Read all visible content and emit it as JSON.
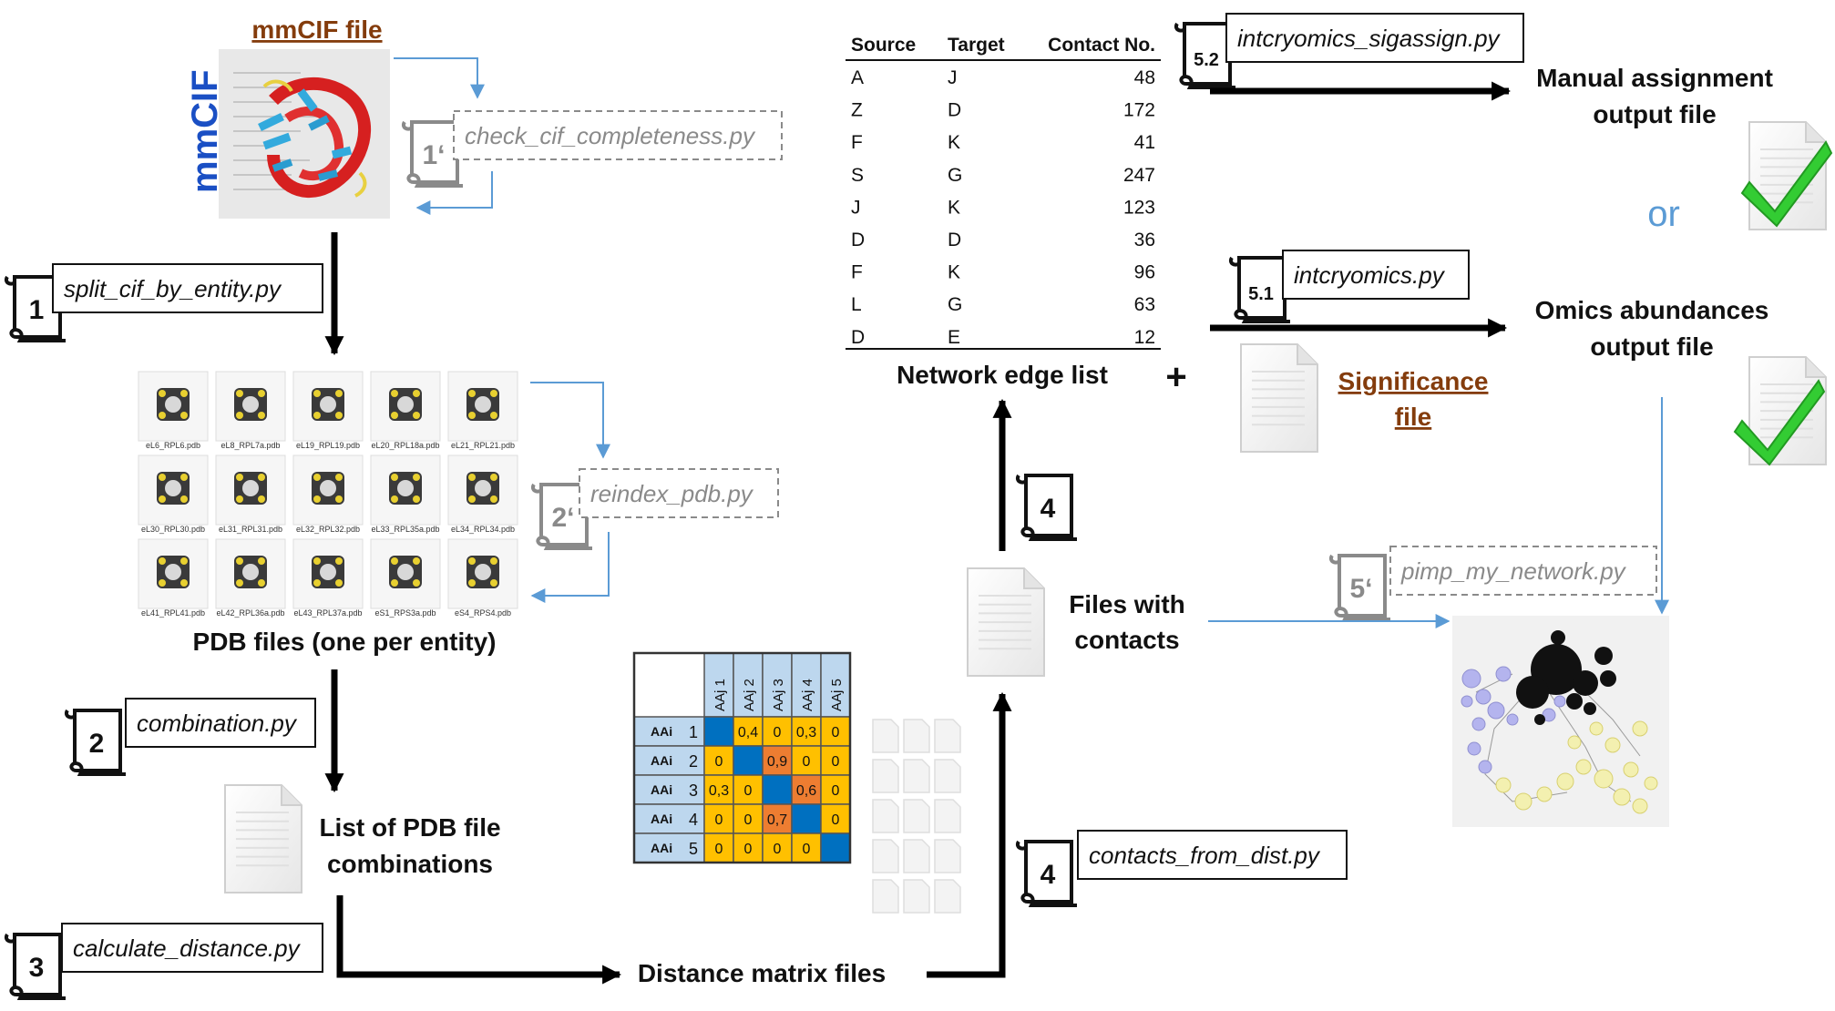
{
  "title": "",
  "labels": {
    "mmcif_file": "mmCIF file",
    "mmcif_logo": "mmCIF",
    "pdb_files": "PDB files (one per entity)",
    "list_pdb_line1": "List of PDB file",
    "list_pdb_line2": "combinations",
    "distance_matrix_files": "Distance matrix files",
    "files_contacts_line1": "Files with",
    "files_contacts_line2": "contacts",
    "network_edge_list": "Network edge list",
    "plus": "+",
    "significance_line1": "Significance",
    "significance_line2": "file",
    "manual_line1": "Manual assignment",
    "manual_line2": "output file",
    "or": "or",
    "omics_line1": "Omics abundances",
    "omics_line2": "output file"
  },
  "scripts": [
    {
      "id": "s1",
      "step": "1",
      "name": "split_cif_by_entity.py",
      "optional": false
    },
    {
      "id": "s1p",
      "step": "1‘",
      "name": "check_cif_completeness.py",
      "optional": true
    },
    {
      "id": "s2",
      "step": "2",
      "name": "combination.py",
      "optional": false
    },
    {
      "id": "s2p",
      "step": "2‘",
      "name": "reindex_pdb.py",
      "optional": true
    },
    {
      "id": "s3",
      "step": "3",
      "name": "calculate_distance.py",
      "optional": false
    },
    {
      "id": "s4a",
      "step": "4",
      "name": "contacts_from_dist.py",
      "optional": false
    },
    {
      "id": "s4b",
      "step": "4",
      "name": "",
      "optional": false
    },
    {
      "id": "s51",
      "step": "5.1",
      "name": "intcryomics.py",
      "optional": false
    },
    {
      "id": "s52",
      "step": "5.2",
      "name": "intcryomics_sigassign.py",
      "optional": false
    },
    {
      "id": "s5p",
      "step": "5‘",
      "name": "pimp_my_network.py",
      "optional": true
    }
  ],
  "pdb_files": [
    "eL6_RPL6.pdb",
    "eL8_RPL7a.pdb",
    "eL19_RPL19.pdb",
    "eL20_RPL18a.pdb",
    "eL21_RPL21.pdb",
    "eL30_RPL30.pdb",
    "eL31_RPL31.pdb",
    "eL32_RPL32.pdb",
    "eL33_RPL35a.pdb",
    "eL34_RPL34.pdb",
    "eL41_RPL41.pdb",
    "eL42_RPL36a.pdb",
    "eL43_RPL37a.pdb",
    "eS1_RPS3a.pdb",
    "eS4_RPS4.pdb"
  ],
  "edge_table": {
    "headers": [
      "Source",
      "Target",
      "Contact No."
    ],
    "rows": [
      [
        "A",
        "J",
        "48"
      ],
      [
        "Z",
        "D",
        "172"
      ],
      [
        "F",
        "K",
        "41"
      ],
      [
        "S",
        "G",
        "247"
      ],
      [
        "J",
        "K",
        "123"
      ],
      [
        "D",
        "D",
        "36"
      ],
      [
        "F",
        "K",
        "96"
      ],
      [
        "L",
        "G",
        "63"
      ],
      [
        "D",
        "E",
        "12"
      ]
    ]
  },
  "matrix": {
    "col_headers": [
      "AAj 1",
      "AAj 2",
      "AAj 3",
      "AAj 4",
      "AAj 5"
    ],
    "row_sub": "AAi",
    "row_nums": [
      "1",
      "2",
      "3",
      "4",
      "5"
    ],
    "col_sub": "AAj",
    "cells": [
      [
        "",
        "0,4",
        "0",
        "0,3",
        "0"
      ],
      [
        "0",
        "",
        "0,9",
        "0",
        "0"
      ],
      [
        "0,3",
        "0",
        "",
        "0,6",
        "0"
      ],
      [
        "0",
        "0",
        "0,7",
        "",
        "0"
      ],
      [
        "0",
        "0",
        "0",
        "0",
        ""
      ]
    ]
  },
  "colors": {
    "arrow": "#000000",
    "thin_arrow": "#5B9BD5",
    "brown": "#843C0C",
    "or_blue": "#5B9BD5",
    "check_green": "#33CC33",
    "matrix_diag": "#0070C0",
    "matrix_header": "#BDD7EE",
    "matrix_low": "#FFC000",
    "matrix_high": "#ED7D31",
    "network_dark": "#111111",
    "network_lavender": "#B4B4EE",
    "network_yellow": "#F3F0B0"
  }
}
